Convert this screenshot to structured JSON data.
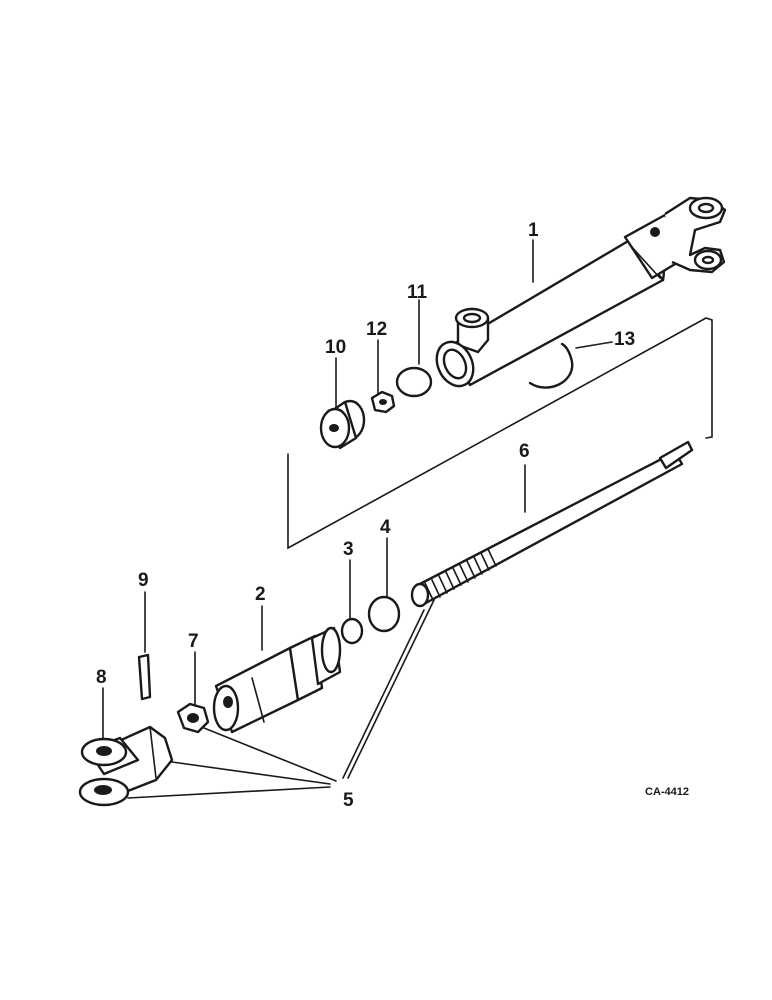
{
  "figure_code": "CA-4412",
  "callouts": {
    "c1": "1",
    "c2": "2",
    "c3": "3",
    "c4": "4",
    "c5": "5",
    "c6": "6",
    "c7": "7",
    "c8": "8",
    "c9": "9",
    "c10": "10",
    "c11": "11",
    "c12": "12",
    "c13": "13"
  },
  "colors": {
    "ink": "#1a1a1a",
    "paper": "#ffffff"
  }
}
